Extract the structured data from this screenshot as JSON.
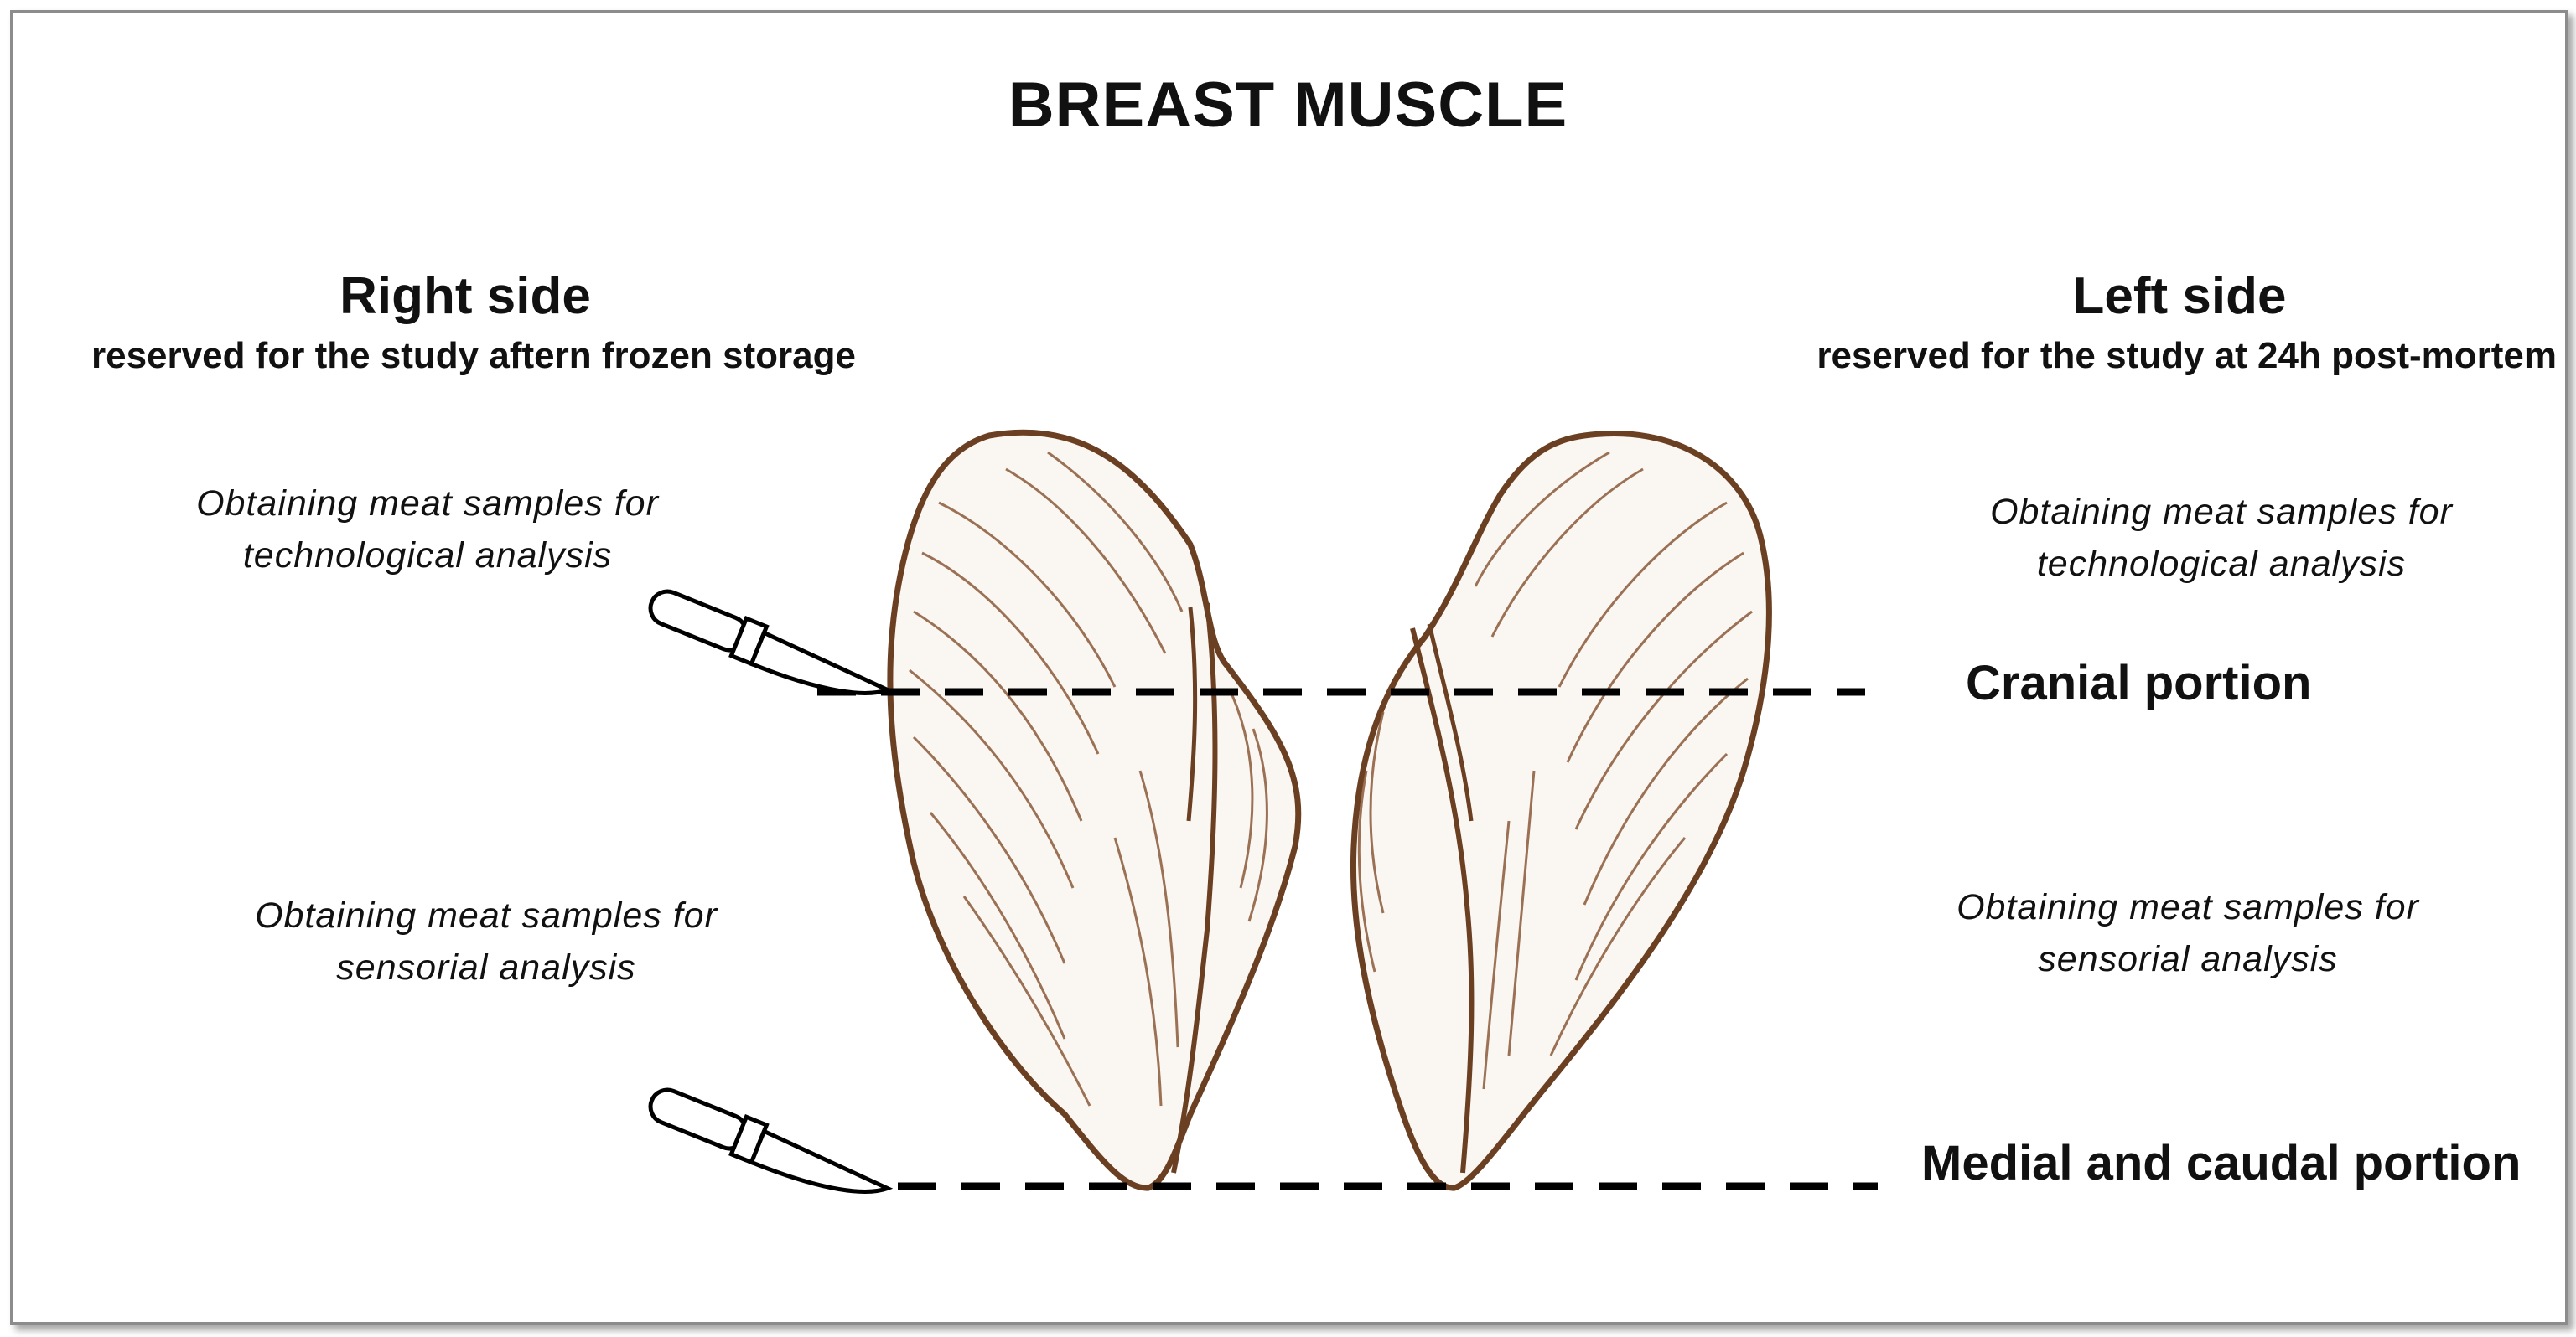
{
  "title": "BREAST MUSCLE",
  "right_side": {
    "heading": "Right side",
    "subtitle": "reserved for the study aftern frozen storage",
    "note_technological": [
      "Obtaining meat samples for",
      "technological analysis"
    ],
    "note_sensorial": [
      "Obtaining meat samples for",
      "sensorial analysis"
    ]
  },
  "left_side": {
    "heading": "Left side",
    "subtitle": "reserved for the study at 24h post-mortem",
    "note_technological": [
      "Obtaining meat samples for",
      "technological analysis"
    ],
    "note_sensorial": [
      "Obtaining meat samples for",
      "sensorial analysis"
    ]
  },
  "portions": {
    "cranial": "Cranial portion",
    "caudal": "Medial and caudal portion"
  },
  "icons": [
    "knife-icon",
    "knife-icon",
    "breast-fillet-right",
    "breast-fillet-left"
  ],
  "colors": {
    "muscle_outline": "#6b3f22",
    "muscle_lines": "#8a5a3a",
    "cut_line": "#000000"
  }
}
